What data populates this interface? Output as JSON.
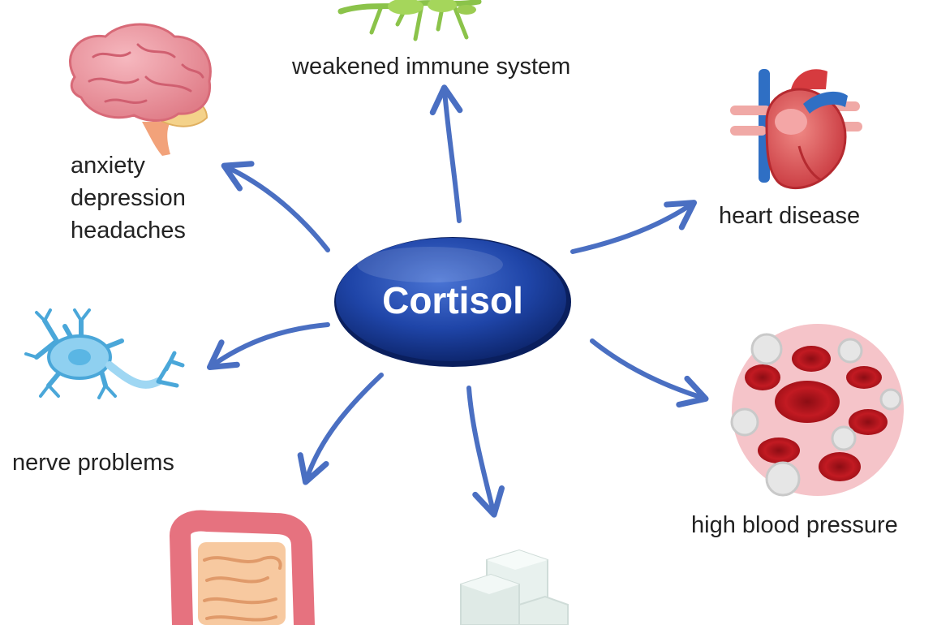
{
  "center": {
    "label": "Cortisol"
  },
  "effects": {
    "immune": {
      "label": "weakened immune system",
      "icon": "immune-cell-icon"
    },
    "mental": {
      "lines": [
        "anxiety",
        "depression",
        "headaches"
      ],
      "icon": "brain-icon"
    },
    "heart": {
      "label": "heart disease",
      "icon": "heart-icon"
    },
    "nerve": {
      "label": "nerve problems",
      "icon": "neuron-icon"
    },
    "blood": {
      "label": "high blood pressure",
      "icon": "blood-cells-icon"
    },
    "digestive": {
      "icon": "intestines-icon"
    },
    "sugar": {
      "icon": "sugar-cubes-icon"
    }
  },
  "colors": {
    "arrow": "#4a6fc2",
    "center_dark": "#0d2a7a",
    "center_light": "#3b63c6",
    "text": "#222222"
  }
}
